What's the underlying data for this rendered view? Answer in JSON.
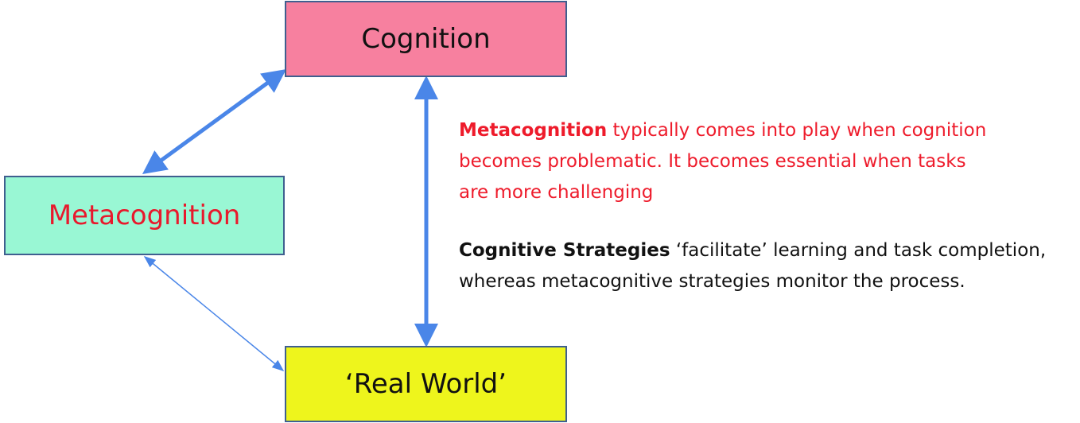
{
  "nodes": {
    "cognition": {
      "label": "Cognition"
    },
    "metacognition": {
      "label": "Metacognition"
    },
    "real_world": {
      "label": "‘Real World’"
    }
  },
  "notes": {
    "metacognition_note": {
      "term": "Metacognition",
      "lines": [
        " typically comes into play when cognition",
        "becomes problematic. It becomes essential when tasks",
        "are more challenging"
      ]
    },
    "strategies_note": {
      "term": "Cognitive Strategies",
      "lines": [
        " ‘facilitate’ learning and task completion,",
        "whereas metacognitive strategies monitor the process."
      ]
    }
  },
  "colors": {
    "cognition_fill": "#f7809f",
    "metacognition_fill": "#99f7d4",
    "real_world_fill": "#eef51c",
    "metacognition_text": "#e8192c",
    "note_red": "#ee1b2b",
    "arrow_blue": "#4a86e8",
    "box_border": "#3f5f8f"
  }
}
